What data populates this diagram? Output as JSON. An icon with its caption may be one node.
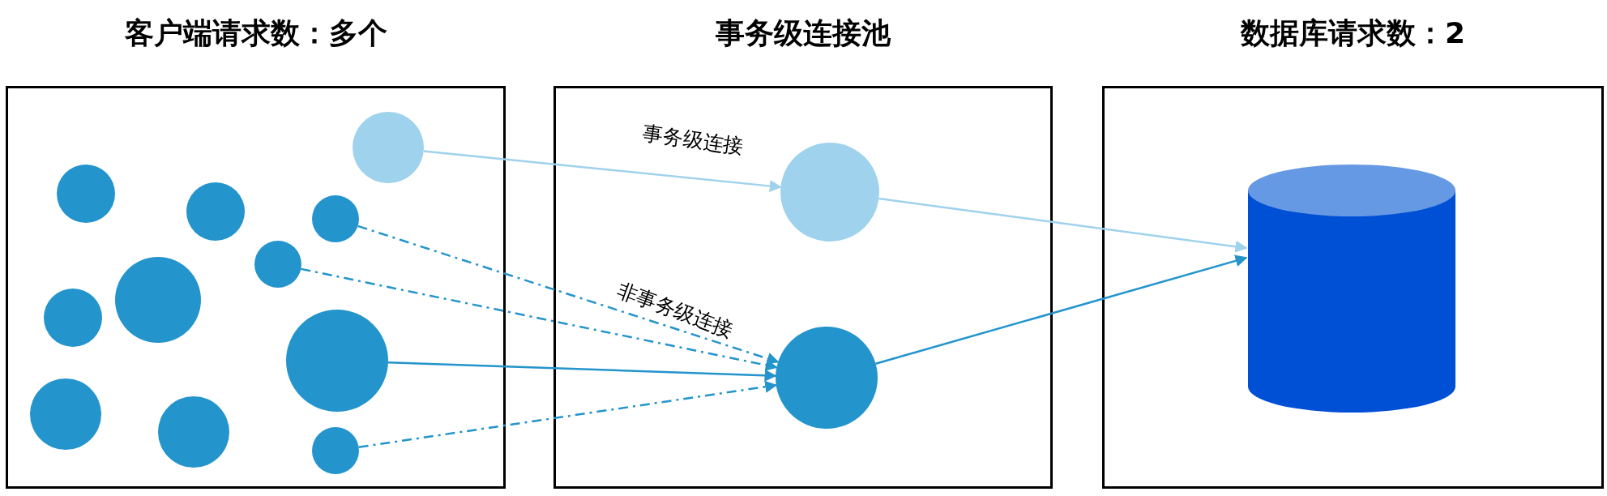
{
  "diagram": {
    "nodes": [
      {
        "text": [
          "客户端请求数：多个"
        ]
      },
      {
        "text": [],
        "shape": "circle",
        "in": 0
      },
      {
        "text": [],
        "shape": "circle",
        "in": 0
      },
      {
        "text": [],
        "shape": "circle",
        "in": 0
      },
      {
        "text": [],
        "shape": "circle",
        "in": 0
      },
      {
        "text": [],
        "shape": "circle",
        "in": 0
      },
      {
        "text": [],
        "shape": "circle",
        "in": 0
      },
      {
        "text": [],
        "shape": "circle",
        "in": 0
      },
      {
        "text": [],
        "shape": "circle",
        "in": 0
      },
      {
        "text": [],
        "shape": "circle",
        "in": 0
      },
      {
        "text": [],
        "shape": "circle",
        "in": 0
      },
      {
        "text": [],
        "shape": "circle",
        "in": 0
      },
      {
        "text": [
          "事务级连接池"
        ]
      },
      {
        "text": [],
        "shape": "circle",
        "in": 12
      },
      {
        "text": [],
        "shape": "circle",
        "in": 12
      },
      {
        "text": [
          "数据库请求数：2"
        ]
      },
      {
        "text": [],
        "shape": "cylinder",
        "in": 15
      }
    ],
    "edges": [
      {
        "from": 1,
        "to": 13,
        "arrow": "to",
        "label": "事务级连接",
        "color": "#9fd2ec"
      },
      {
        "from": 4,
        "to": 14,
        "arrow": "to",
        "label": "非事务级连接",
        "style": "dashed"
      },
      {
        "from": 5,
        "to": 14,
        "arrow": "to",
        "style": "dashed"
      },
      {
        "from": 8,
        "to": 14,
        "arrow": "to"
      },
      {
        "from": 11,
        "to": 14,
        "arrow": "to",
        "style": "dashed"
      },
      {
        "from": 13,
        "to": 16,
        "arrow": "to",
        "color": "#9fd2ec"
      },
      {
        "from": 14,
        "to": 16,
        "arrow": "to"
      }
    ]
  }
}
